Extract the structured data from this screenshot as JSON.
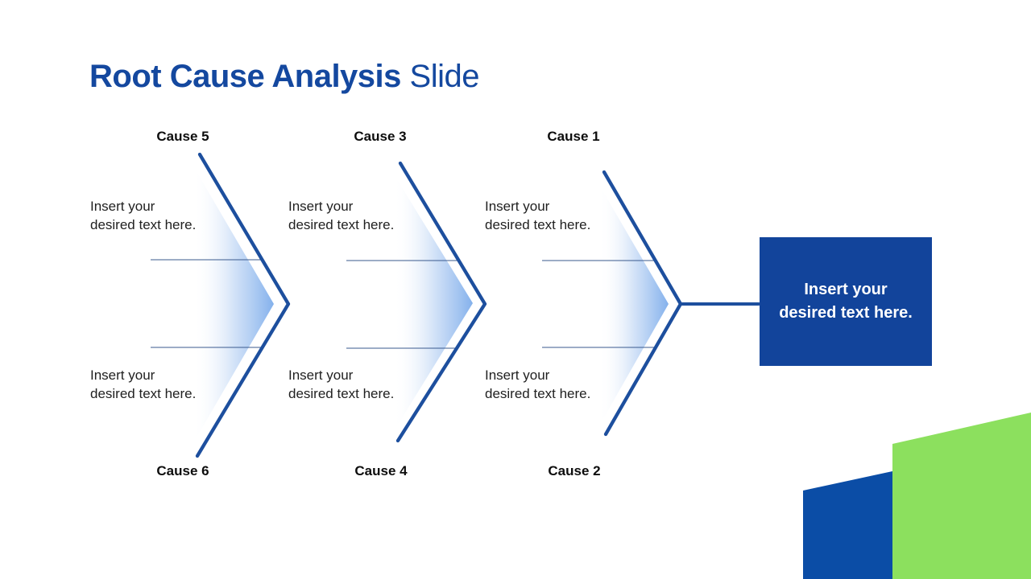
{
  "title": {
    "bold": "Root Cause Analysis",
    "regular": "Slide"
  },
  "causes": {
    "top": [
      "Cause 5",
      "Cause 3",
      "Cause 1"
    ],
    "bottom": [
      "Cause 6",
      "Cause 4",
      "Cause 2"
    ]
  },
  "placeholder": {
    "line1": "Insert your",
    "line2": "desired text here."
  },
  "effect_box": {
    "line1": "Insert your",
    "line2": "desired text here."
  },
  "colors": {
    "title_blue": "#14489f",
    "arrow_line_blue": "#1d4f9e",
    "arrow_fill_blue": "#84b1ec",
    "effect_box_blue": "#12449b",
    "decor_blue": "#0b4da6",
    "decor_green": "#8ce05e",
    "body_text": "#212121"
  }
}
